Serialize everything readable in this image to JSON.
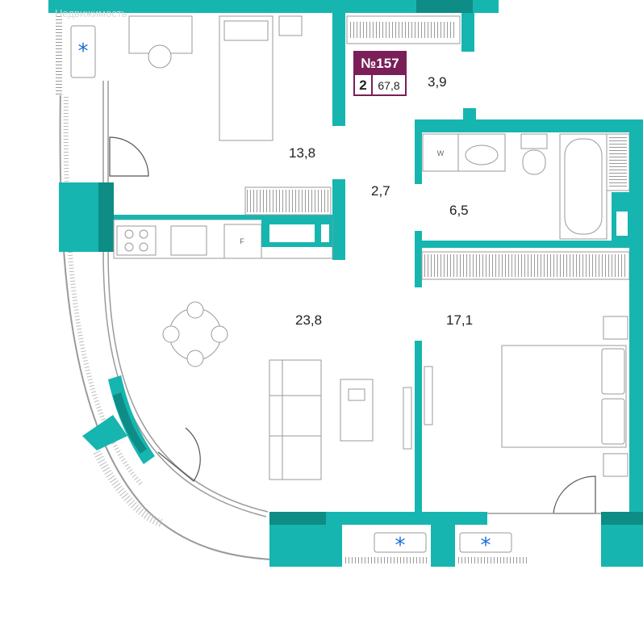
{
  "watermark": "Недвижимость",
  "apartment": {
    "number": "№157",
    "rooms": "2",
    "total_area": "67,8"
  },
  "room_areas": {
    "bedroom_small": "13,8",
    "hall_top": "3,9",
    "corridor": "2,7",
    "bathroom": "6,5",
    "living_kitchen": "23,8",
    "bedroom_large": "17,1"
  },
  "fixture_labels": {
    "washer": "W",
    "fridge": "F"
  },
  "colors": {
    "wall": "#17b5b0",
    "wall_dark": "#0e8c86",
    "badge": "#7a1f57",
    "ac_icon": "#1a6fd6",
    "line": "#9a9a9a"
  },
  "icons": [
    "ac-unit-icon",
    "ac-unit-icon",
    "ac-unit-icon"
  ]
}
